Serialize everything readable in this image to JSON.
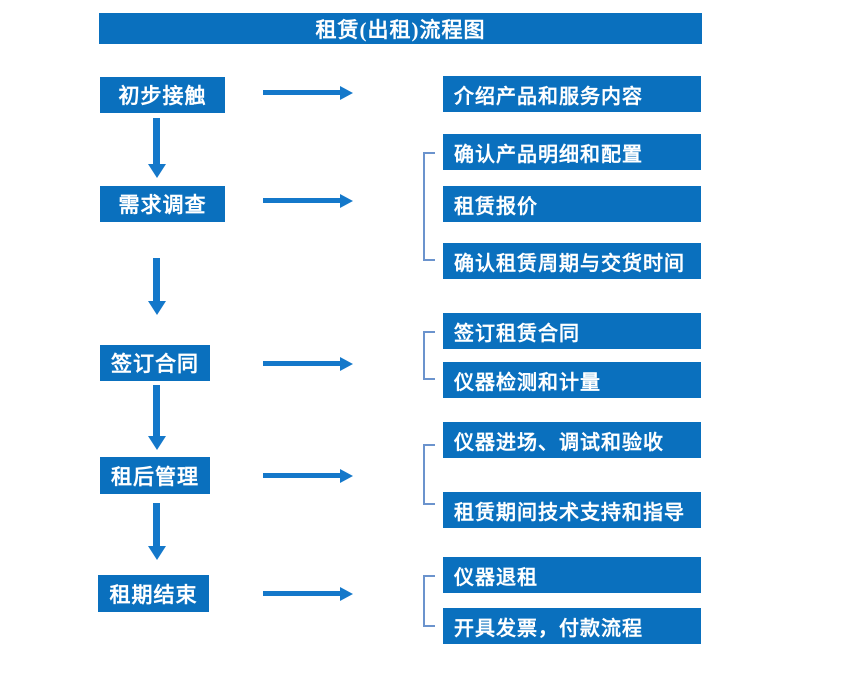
{
  "title": "租赁(出租)流程图",
  "colors": {
    "box_blue": "#0a70be",
    "arrow_blue": "#1478ca",
    "bracket_blue": "#6b93cd",
    "text_white": "#ffffff"
  },
  "steps": [
    {
      "label": "初步接触",
      "details": [
        "介绍产品和服务内容"
      ]
    },
    {
      "label": "需求调查",
      "details": [
        "确认产品明细和配置",
        "租赁报价",
        "确认租赁周期与交货时间"
      ]
    },
    {
      "label": "签订合同",
      "details": [
        "签订租赁合同",
        "仪器检测和计量"
      ]
    },
    {
      "label": "租后管理",
      "details": [
        "仪器进场、调试和验收",
        "租赁期间技术支持和指导"
      ]
    },
    {
      "label": "租期结束",
      "details": [
        "仪器退租",
        "开具发票，付款流程"
      ]
    }
  ]
}
